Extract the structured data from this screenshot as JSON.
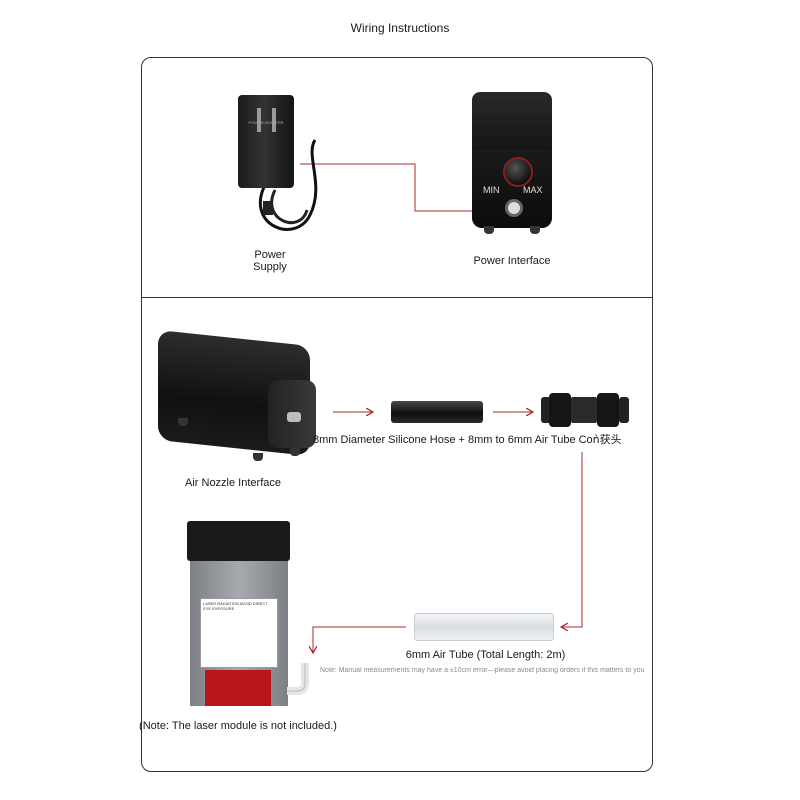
{
  "title": "Wiring Instructions",
  "labels": {
    "power_supply": "Power\nSupply",
    "power_interface": "Power Interface",
    "air_nozzle_interface": "Air Nozzle Interface",
    "hose_and_connector": "8mm Diameter Silicone Hose + 8mm to 6mm Air Tube Coո̀获头",
    "air_tube": "6mm Air Tube (Total Length: 2m)",
    "laser_note": "(Note: The laser module is not included.)",
    "measurement_note": "Note: Manual measurements may have a ±10cm error—please avoid placing orders if this matters to you"
  },
  "pump": {
    "min": "MIN",
    "max": "MAX"
  },
  "colors": {
    "arrow": "#b02a2a",
    "frame": "#333333"
  },
  "icons": [
    "power-adapter",
    "air-pump",
    "silicone-hose",
    "tube-connector",
    "air-tube",
    "laser-module"
  ]
}
